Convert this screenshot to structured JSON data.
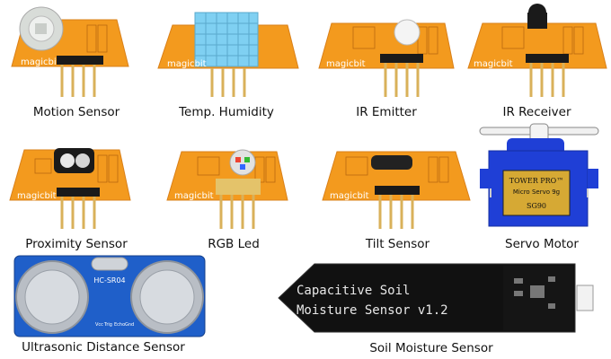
{
  "products": [
    {
      "id": "motion",
      "label": "Motion Sensor"
    },
    {
      "id": "temp",
      "label": "Temp. Humidity"
    },
    {
      "id": "ir_emitter",
      "label": "IR Emitter"
    },
    {
      "id": "ir_receiver",
      "label": "IR Receiver"
    },
    {
      "id": "proximity",
      "label": "Proximity Sensor"
    },
    {
      "id": "rgb",
      "label": "RGB Led"
    },
    {
      "id": "tilt",
      "label": "Tilt Sensor"
    },
    {
      "id": "servo",
      "label": "Servo Motor"
    },
    {
      "id": "ultrasonic",
      "label": "Ultrasonic Distance Sensor"
    },
    {
      "id": "soil",
      "label": "Soil Moisture Sensor"
    }
  ],
  "board_brand": "magicbit",
  "servo_text": {
    "brand": "TOWER PRO™",
    "model_line": "Micro Servo 9g",
    "model": "SG90"
  },
  "ultrasonic_text": {
    "model": "HC-SR04",
    "pins": [
      "Vcc",
      "Trig",
      "Echo",
      "Gnd"
    ]
  },
  "soil_text": {
    "line1": "Capacitive Soil",
    "line2": "Moisture Sensor v1.2"
  },
  "colors": {
    "board": "#f39a1e",
    "board_edge": "#d9801a",
    "pin": "#d9b15a",
    "header": "#1a1a1a",
    "servo": "#1f3fd6",
    "ultrasonic": "#1f5fc9",
    "soil": "#111111",
    "dht": "#7fd0f2"
  }
}
